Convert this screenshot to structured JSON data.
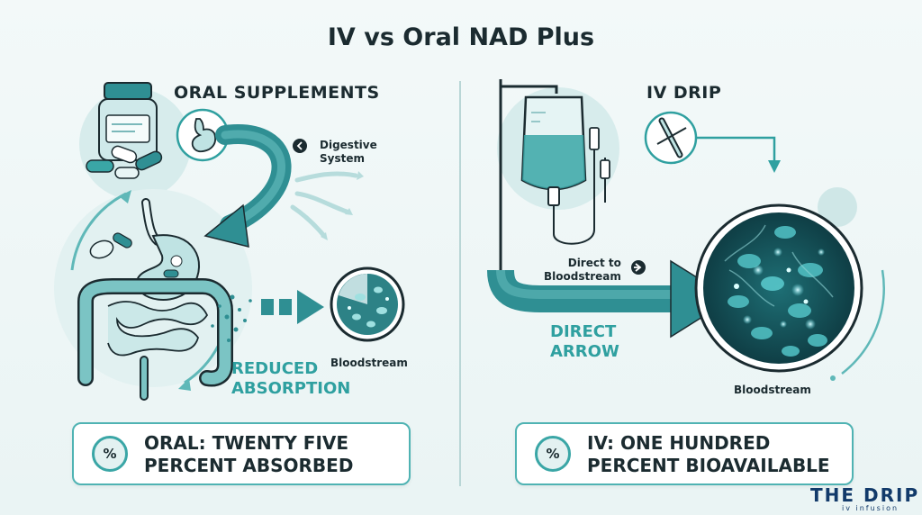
{
  "title": "IV vs Oral NAD Plus",
  "oral": {
    "heading": "ORAL SUPPLEMENTS",
    "digestive_label_line1": "Digestive",
    "digestive_label_line2": "System",
    "reduced_line1": "REDUCED",
    "reduced_line2": "ABSORPTION",
    "bloodstream_label": "Bloodstream",
    "stat_badge": "%",
    "stat_line1": "ORAL: TWENTY FIVE",
    "stat_line2": "PERCENT ABSORBED"
  },
  "iv": {
    "heading": "IV DRIP",
    "direct_label_line1": "Direct to",
    "direct_label_line2": "Bloodstream",
    "arrow_line1": "DIRECT",
    "arrow_line2": "ARROW",
    "bloodstream_label": "Bloodstream",
    "stat_badge": "%",
    "stat_line1": "IV: ONE HUNDRED",
    "stat_line2": "PERCENT BIOAVAILABLE"
  },
  "logo": {
    "main": "THE DRIP",
    "sub": "iv infusion"
  },
  "colors": {
    "teal": "#2fa0a0",
    "teal_dark": "#1f7f84",
    "teal_light": "#bfe3e3",
    "ink": "#1b2b30"
  }
}
